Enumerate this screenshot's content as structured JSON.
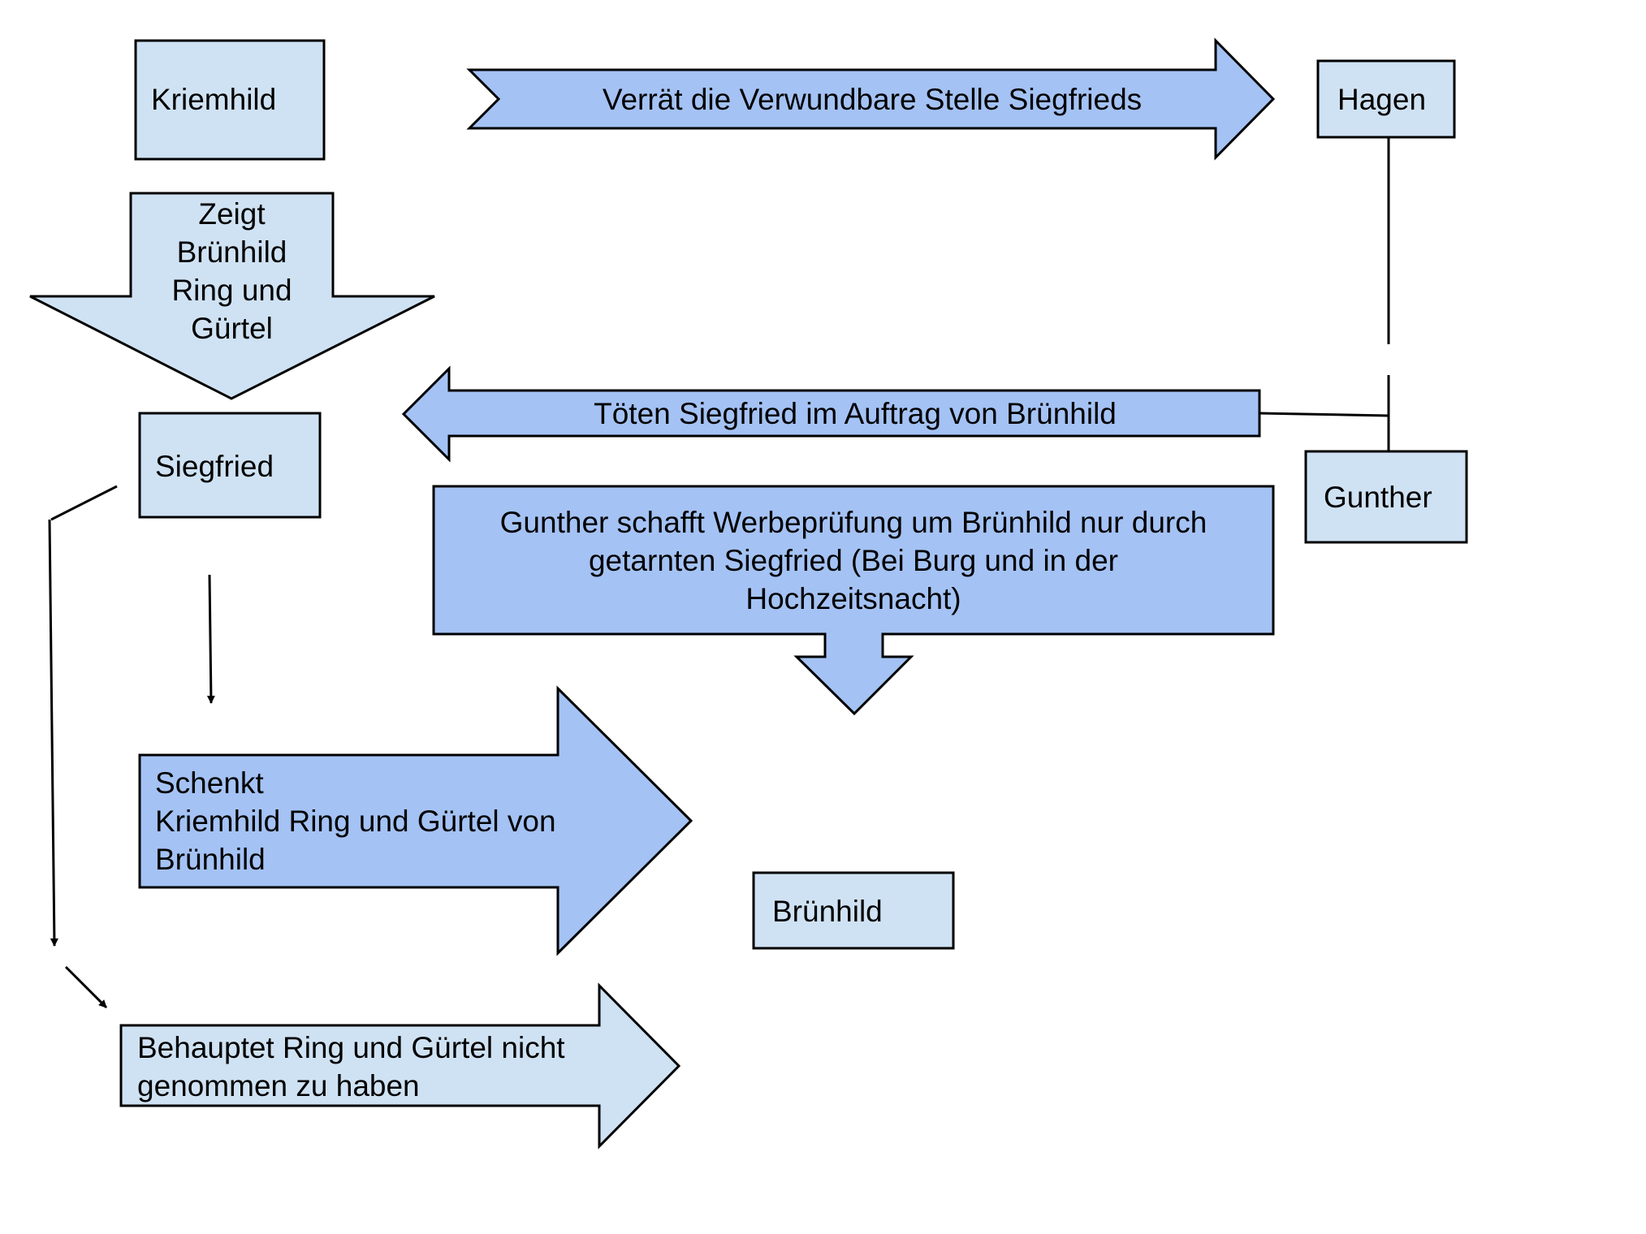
{
  "colors": {
    "light_fill": "#cfe2f3",
    "mid_fill": "#a4c2f4",
    "stroke": "#000000",
    "text": "#000000",
    "background": "#ffffff"
  },
  "nodes": {
    "kriemhild": "Kriemhild",
    "hagen": "Hagen",
    "siegfried": "Siegfried",
    "gunther": "Gunther",
    "bruenhild": "Brünhild"
  },
  "arrows": {
    "kriemhild_to_hagen": "Verrät die Verwundbare Stelle Siegfrieds",
    "kriemhild_to_siegfried": "Zeigt\nBrünhild\nRing und\nGürtel",
    "hagen_gunther_to_siegfried": "Töten Siegfried im Auftrag von Brünhild",
    "gunther_to_bruenhild": "Gunther schafft Werbeprüfung um Brünhild nur durch\ngetarnten Siegfried (Bei Burg und in der\nHochzeitsnacht)",
    "siegfried_to_bruenhild": "Schenkt\nKriemhild Ring und Gürtel von\nBrünhild",
    "siegfried_denies": "Behauptet Ring und Gürtel nicht\ngenommen zu haben"
  }
}
